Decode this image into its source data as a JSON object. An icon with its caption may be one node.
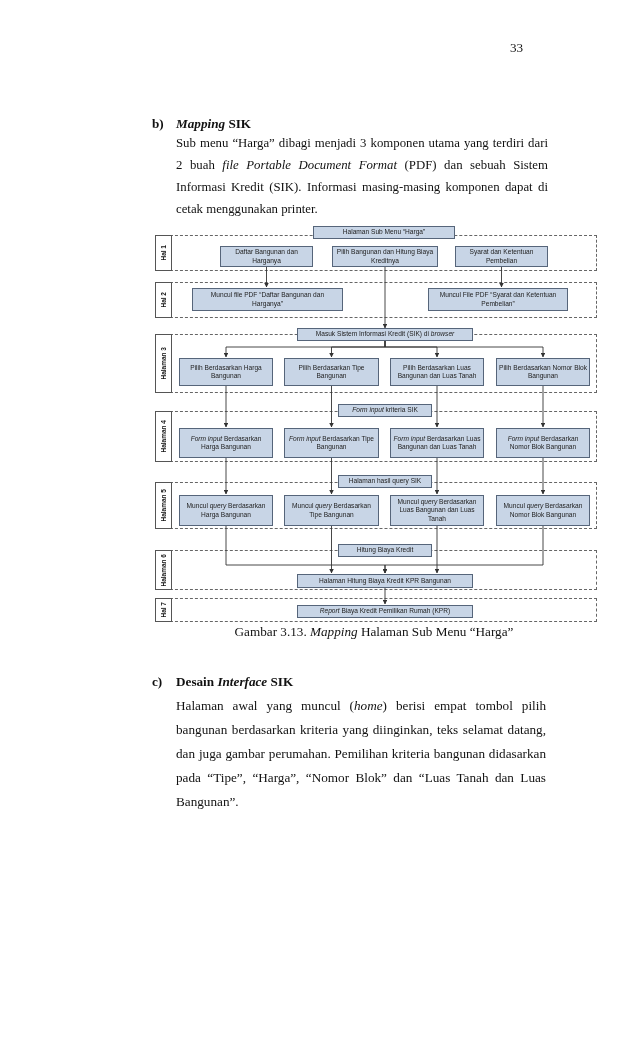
{
  "diagram": {
    "caption": "Gambar 3.13. *Mapping* Halaman Sub Menu “Harga”",
    "nodes": [
      {
        "text": [
          "Halaman Sub Menu “Harga”"
        ]
      },
      {
        "text": [
          "Hal 1"
        ]
      },
      {
        "text": [
          "Daftar Bangunan dan Harganya"
        ],
        "in": 1
      },
      {
        "text": [
          "Pilih Bangunan dan Hitung Biaya Kreditnya"
        ],
        "in": 1
      },
      {
        "text": [
          "Syarat dan Ketentuan Pembelian"
        ],
        "in": 1
      },
      {
        "text": [
          "Hal 2"
        ]
      },
      {
        "text": [
          "Muncul file PDF “Daftar Bangunan dan Harganya”"
        ],
        "in": 5
      },
      {
        "text": [
          "Muncul File PDF “Syarat dan Ketentuan Pembelian”"
        ],
        "in": 5
      },
      {
        "text": [
          "Masuk Sistem Informasi Kredit (SIK) di *browser*"
        ]
      },
      {
        "text": [
          "Halaman 3"
        ]
      },
      {
        "text": [
          "Pilih Berdasarkan Harga Bangunan"
        ],
        "in": 9
      },
      {
        "text": [
          "Pilih Berdasarkan Tipe Bangunan"
        ],
        "in": 9
      },
      {
        "text": [
          "Pilih Berdasarkan Luas Bangunan dan Luas Tanah"
        ],
        "in": 9
      },
      {
        "text": [
          "Pilih Berdasarkan Nomor Blok Bangunan"
        ],
        "in": 9
      },
      {
        "text": [
          "*Form input* kriteria SIK"
        ]
      },
      {
        "text": [
          "Halaman 4"
        ]
      },
      {
        "text": [
          "*Form input* Berdasarkan Harga Bangunan"
        ],
        "in": 15
      },
      {
        "text": [
          "*Form input* Berdasarkan Tipe Bangunan"
        ],
        "in": 15
      },
      {
        "text": [
          "*Form input* Berdasarkan Luas Bangunan dan Luas Tanah"
        ],
        "in": 15
      },
      {
        "text": [
          "*Form input* Berdasarkan Nomor Blok Bangunan"
        ],
        "in": 15
      },
      {
        "text": [
          "Halaman hasil query SIK"
        ]
      },
      {
        "text": [
          "Halaman 5"
        ]
      },
      {
        "text": [
          "Muncul *query* Berdasarkan Harga Bangunan"
        ],
        "in": 21
      },
      {
        "text": [
          "Muncul *query* Berdasarkan Tipe Bangunan"
        ],
        "in": 21
      },
      {
        "text": [
          "Muncul *query* Berdasarkan Luas Bangunan dan Luas Tanah"
        ],
        "in": 21
      },
      {
        "text": [
          "Muncul *query* Berdasarkan Nomor Blok Bangunan"
        ],
        "in": 21
      },
      {
        "text": [
          "Hitung Biaya Kredit"
        ]
      },
      {
        "text": [
          "Halaman 6"
        ]
      },
      {
        "text": [
          "Halaman Hitung Biaya Kredit KPR Bangunan"
        ],
        "in": 27
      },
      {
        "text": [
          "Hal 7"
        ]
      },
      {
        "text": [
          "*Report* Biaya Kredit Pemilikan Rumah (KPR)"
        ],
        "in": 29
      }
    ],
    "edges": [
      {
        "from": 2,
        "to": 6,
        "arrow": "to"
      },
      {
        "from": 4,
        "to": 7,
        "arrow": "to"
      },
      {
        "from": 3,
        "to": 8,
        "arrow": "to"
      },
      {
        "from": 8,
        "to": 10,
        "arrow": "to"
      },
      {
        "from": 8,
        "to": 11,
        "arrow": "to"
      },
      {
        "from": 8,
        "to": 12,
        "arrow": "to"
      },
      {
        "from": 8,
        "to": 13,
        "arrow": "to"
      },
      {
        "from": 10,
        "to": 16,
        "arrow": "to"
      },
      {
        "from": 11,
        "to": 17,
        "arrow": "to"
      },
      {
        "from": 12,
        "to": 18,
        "arrow": "to"
      },
      {
        "from": 13,
        "to": 19,
        "arrow": "to"
      },
      {
        "from": 16,
        "to": 22,
        "arrow": "to"
      },
      {
        "from": 17,
        "to": 23,
        "arrow": "to"
      },
      {
        "from": 18,
        "to": 24,
        "arrow": "to"
      },
      {
        "from": 19,
        "to": 25,
        "arrow": "to"
      },
      {
        "from": 22,
        "to": 28,
        "arrow": "to"
      },
      {
        "from": 23,
        "to": 28,
        "arrow": "to"
      },
      {
        "from": 24,
        "to": 28,
        "arrow": "to"
      },
      {
        "from": 25,
        "to": 28,
        "arrow": "to"
      },
      {
        "from": 28,
        "to": 30,
        "arrow": "to"
      }
    ],
    "labels": [
      "33",
      "b)",
      "*Mapping* SIK",
      "Sub menu “Harga” dibagi menjadi 3 komponen utama yang terdiri dari 2 buah *file Portable Document Format* (PDF) dan sebuah Sistem Informasi Kredit (SIK). Informasi masing-masing komponen dapat di cetak menggunakan printer.",
      "c)",
      "Desain *Interface* SIK",
      "Halaman awal yang muncul (*home*) berisi empat tombol pilih bangunan berdasarkan kriteria yang diinginkan, teks selamat datang, dan juga gambar perumahan. Pemilihan kriteria bangunan didasarkan pada “Tipe”, “Harga”, “Nomor Blok” dan “Luas Tanah dan Luas Bangunan”."
    ]
  }
}
